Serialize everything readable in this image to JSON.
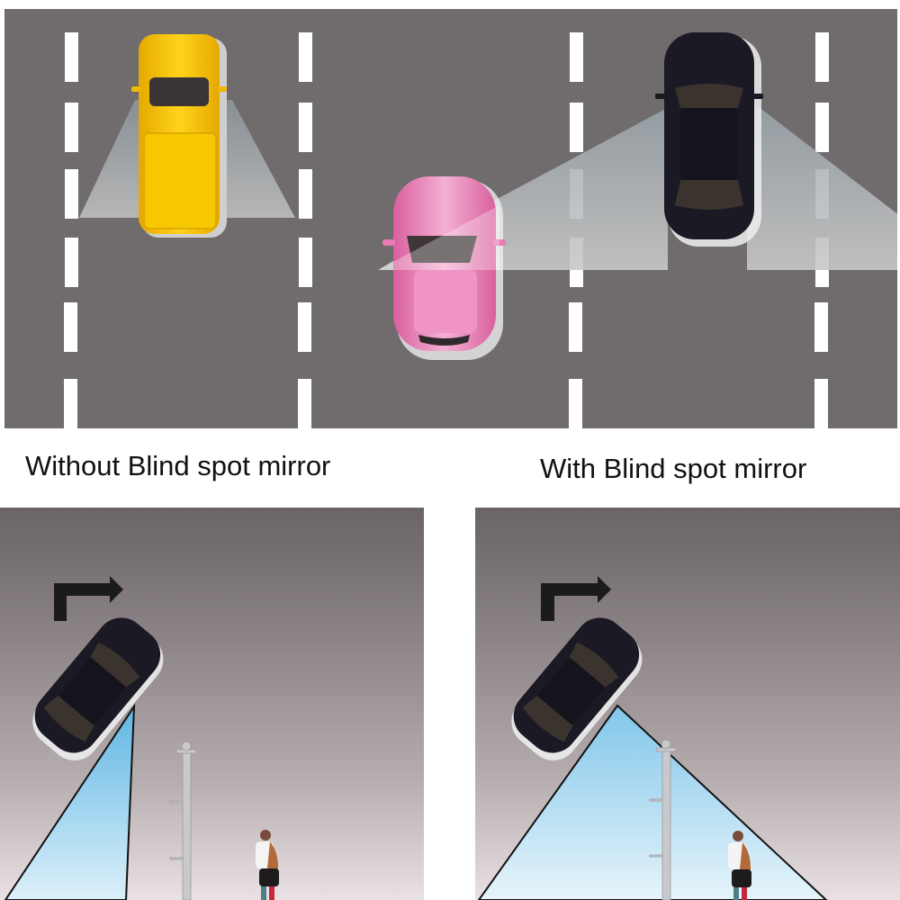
{
  "captions": {
    "left": "Without Blind spot mirror",
    "right": "With Blind spot mirror"
  },
  "top_scene": {
    "description": "Top-down road with lane markings",
    "vehicles": [
      {
        "id": "yellow-pickup",
        "color": "#f5c400"
      },
      {
        "id": "pink-car",
        "color": "#e97ab4"
      },
      {
        "id": "black-sedan",
        "color": "#1b1924"
      }
    ],
    "colors": {
      "road": "#706b6c",
      "lane_marking": "#ffffff",
      "view_cone": "#c6ccd0"
    }
  },
  "bottom_scenes": [
    {
      "id": "without-mirror",
      "view_cone_color": "#6bbbe3",
      "objects": [
        "turn-right-arrow",
        "black-sedan",
        "lamp-post",
        "pedestrians"
      ]
    },
    {
      "id": "with-mirror",
      "view_cone_color": "#a6d6ef",
      "objects": [
        "turn-right-arrow",
        "black-sedan",
        "lamp-post",
        "pedestrians"
      ]
    }
  ]
}
